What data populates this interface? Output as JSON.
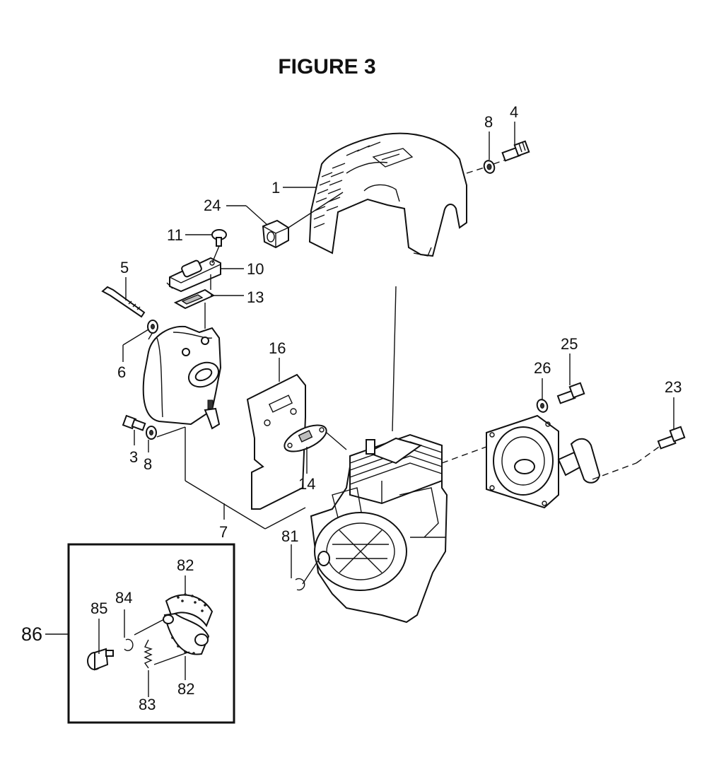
{
  "title": "FIGURE 3",
  "callouts": {
    "c1": "1",
    "c3": "3",
    "c4": "4",
    "c5": "5",
    "c6": "6",
    "c7": "7",
    "c8a": "8",
    "c8b": "8",
    "c10": "10",
    "c11": "11",
    "c13": "13",
    "c14": "14",
    "c16": "16",
    "c23": "23",
    "c24": "24",
    "c25": "25",
    "c26": "26",
    "c81": "81",
    "c82a": "82",
    "c82b": "82",
    "c83": "83",
    "c84": "84",
    "c85": "85",
    "c86": "86"
  }
}
